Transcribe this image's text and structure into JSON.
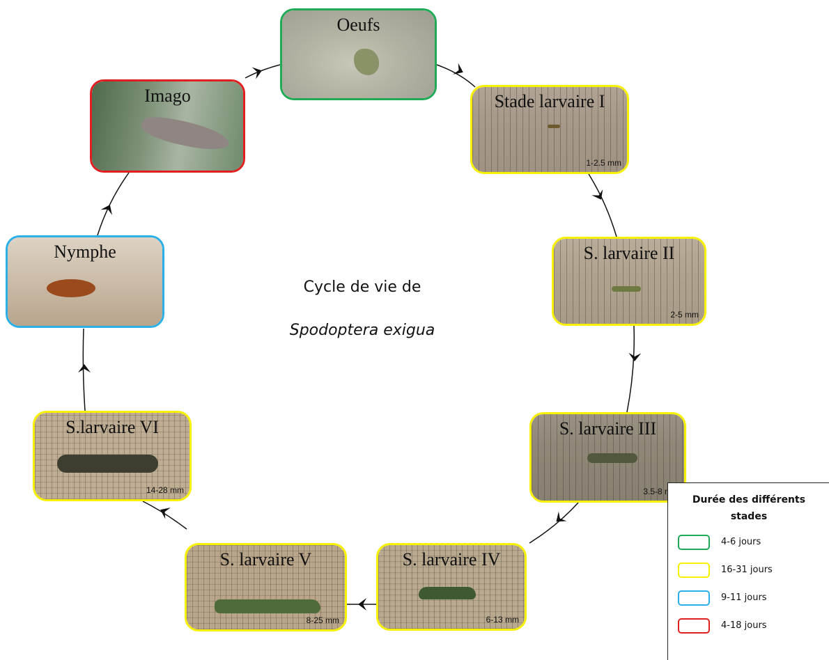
{
  "center": {
    "line1": "Cycle de vie de",
    "line2": "Spodoptera exigua"
  },
  "colors": {
    "green": "#1faa55",
    "yellow": "#f7f000",
    "blue": "#2ab0e6",
    "red": "#e02020"
  },
  "stages": {
    "oeufs": {
      "title": "Oeufs",
      "size": ""
    },
    "l1": {
      "title": "Stade larvaire  I",
      "size": "1-2.5 mm"
    },
    "l2": {
      "title": "S. larvaire II",
      "size": "2-5 mm"
    },
    "l3": {
      "title": "S. larvaire III",
      "size": "3.5-8 mm"
    },
    "l4": {
      "title": "S. larvaire IV",
      "size": "6-13 mm"
    },
    "l5": {
      "title": "S. larvaire V",
      "size": "8-25 mm"
    },
    "l6": {
      "title": "S.larvaire  VI",
      "size": "14-28 mm"
    },
    "nymphe": {
      "title": "Nymphe",
      "size": ""
    },
    "imago": {
      "title": "Imago",
      "size": ""
    }
  },
  "legend": {
    "title": "Durée des différents stades",
    "items": [
      {
        "label": "4-6 jours",
        "color": "#1faa55"
      },
      {
        "label": "16-31 jours",
        "color": "#f7f000"
      },
      {
        "label": "9-11 jours",
        "color": "#2ab0e6"
      },
      {
        "label": "4-18 jours",
        "color": "#e02020"
      }
    ]
  }
}
